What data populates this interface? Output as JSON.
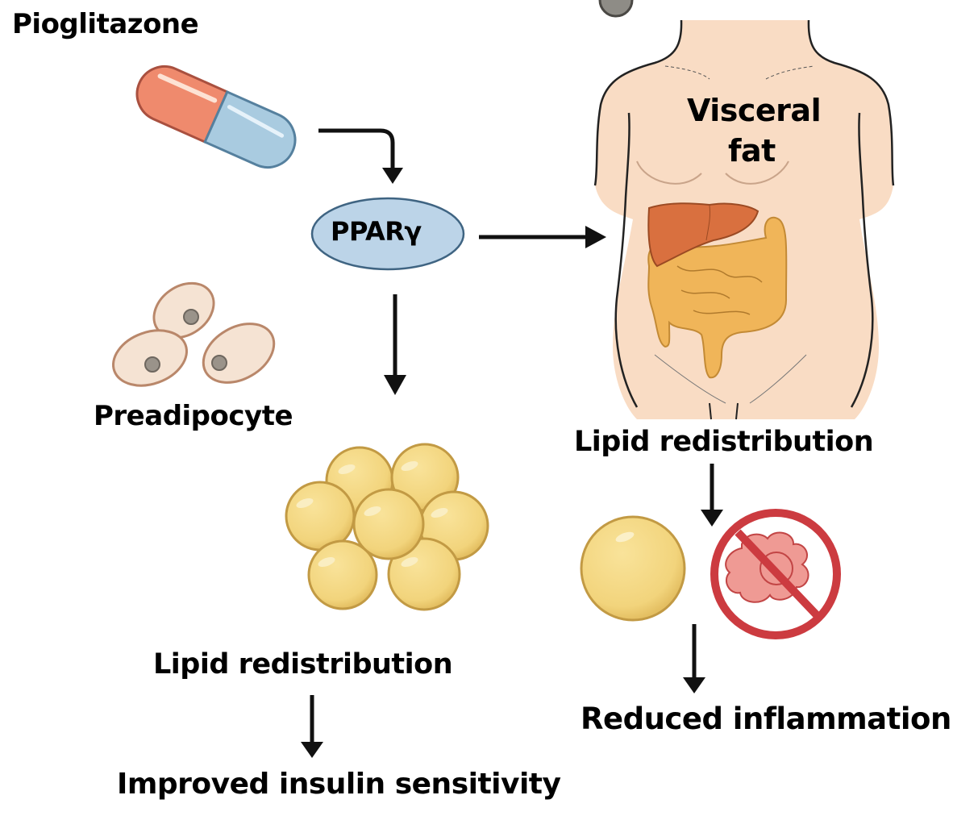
{
  "title": "Pioglitazone",
  "nodes": {
    "drug": {
      "label": "Pioglitazone",
      "icon": "capsule-icon"
    },
    "receptor": {
      "label": "PPARγ"
    },
    "preadipocyte": {
      "label": "Preadipocyte",
      "icon": "preadipocyte-cells-icon"
    },
    "adipocyte_cluster": {
      "icon": "adipocyte-cluster-icon"
    },
    "body": {
      "label_line1": "Visceral",
      "label_line2": "fat",
      "icon": "torso-organs-icon"
    },
    "left_outcome_1": {
      "label": "Lipid redistribution"
    },
    "left_outcome_2": {
      "label": "Improved insulin sensitivity"
    },
    "right_outcome_1": {
      "label": "Lipid redistribution"
    },
    "right_outcome_2": {
      "label": "Reduced inflammation"
    },
    "adipocyte": {
      "icon": "adipocyte-icon"
    },
    "inflammation_blocked": {
      "icon": "no-inflammation-icon"
    }
  },
  "edges": [
    {
      "from": "drug",
      "to": "receptor"
    },
    {
      "from": "receptor",
      "to": "body"
    },
    {
      "from": "receptor",
      "to": "adipocyte_cluster"
    },
    {
      "from": "left_outcome_1",
      "to": "left_outcome_2"
    },
    {
      "from": "right_outcome_1",
      "to": "adipocyte"
    },
    {
      "from": "adipocyte",
      "to": "right_outcome_2"
    }
  ],
  "colors": {
    "capsule_red": "#ee8a6e",
    "capsule_blue": "#a8cbe0",
    "receptor_fill": "#bcd4e8",
    "skin": "#f9dcc4",
    "liver": "#d9703f",
    "intestine": "#f0b559",
    "fat_cell": "#f4d882",
    "fat_cell_stroke": "#c9a046",
    "preadipocyte": "#f5e3d3",
    "prohibit_red": "#cc3b40",
    "inflam_pink": "#ef9a94"
  }
}
